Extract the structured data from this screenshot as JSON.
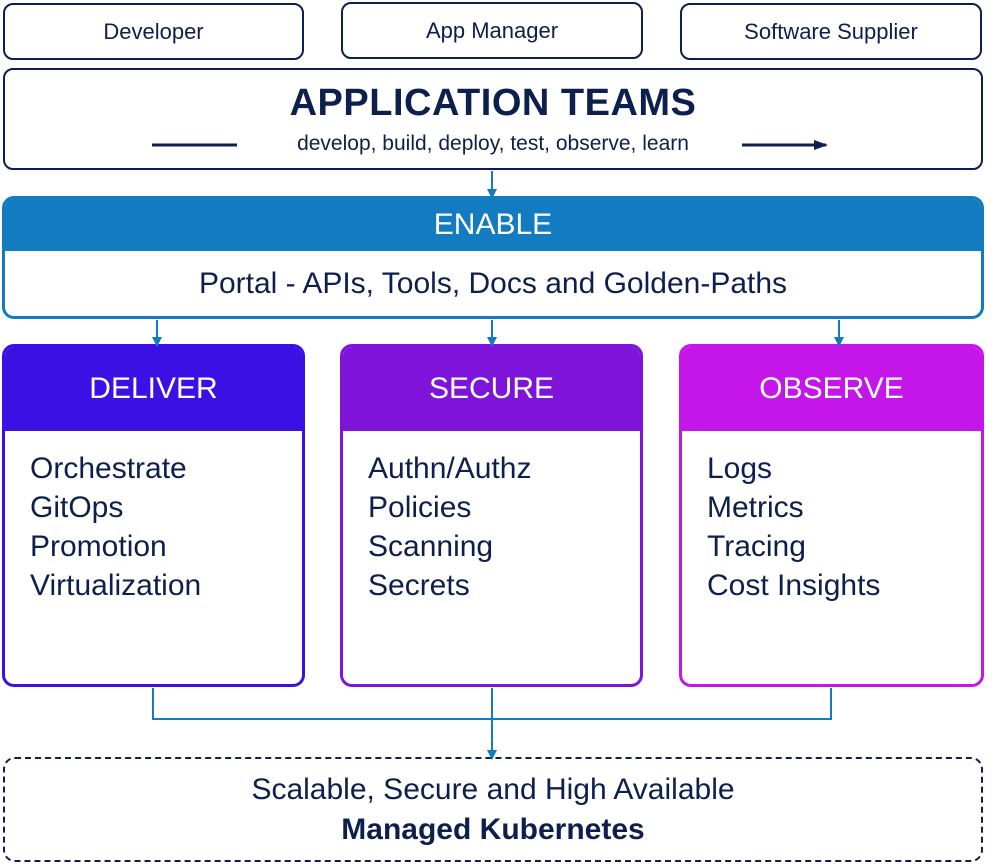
{
  "roles": [
    "Developer",
    "App Manager",
    "Software Supplier"
  ],
  "application_teams": {
    "title": "APPLICATION TEAMS",
    "subtitle": "develop, build, deploy, test, observe, learn"
  },
  "enable": {
    "header": "ENABLE",
    "body": "Portal - APIs, Tools, Docs and Golden-Paths"
  },
  "pillars": [
    {
      "title": "DELIVER",
      "color": "#3a10e5",
      "items": [
        "Orchestrate",
        "GitOps",
        "Promotion",
        "Virtualization"
      ]
    },
    {
      "title": "SECURE",
      "color": "#7e14da",
      "items": [
        "Authn/Authz",
        "Policies",
        "Scanning",
        "Secrets"
      ]
    },
    {
      "title": "OBSERVE",
      "color": "#c516ea",
      "items": [
        "Logs",
        "Metrics",
        "Tracing",
        "Cost Insights"
      ]
    }
  ],
  "platform": {
    "line1": "Scalable, Secure and High Available",
    "line2": "Managed Kubernetes"
  },
  "colors": {
    "navy": "#0d1f4d",
    "enable_blue": "#137bc0",
    "connector_blue": "#137bc0"
  }
}
